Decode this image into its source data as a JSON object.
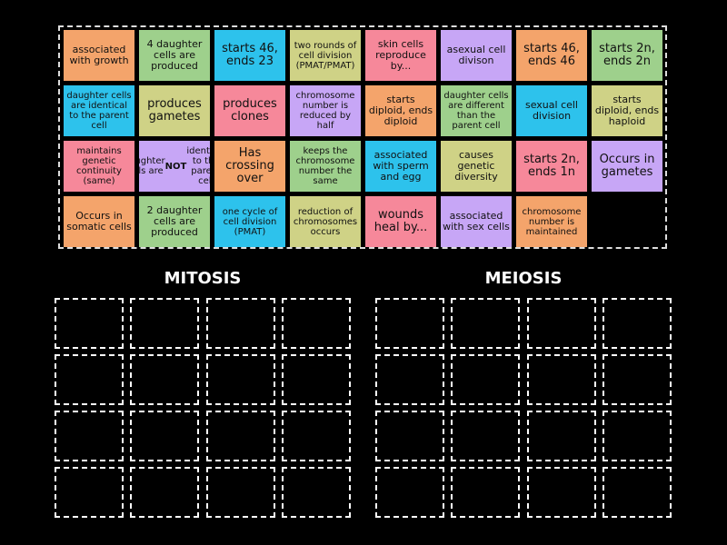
{
  "colors": {
    "background": "#000000",
    "orange": "#f4a46b",
    "green": "#9ed08c",
    "blue": "#2dc2ec",
    "olive": "#cfd286",
    "pink": "#f6889a",
    "purple": "#c7a6f6"
  },
  "cards": [
    {
      "text": "associated with growth",
      "color": "orange"
    },
    {
      "text": "4 daughter cells are produced",
      "color": "green"
    },
    {
      "text": "starts 46, ends 23",
      "color": "blue"
    },
    {
      "text": "two rounds of cell division (PMAT/PMAT)",
      "color": "olive"
    },
    {
      "text": "skin cells reproduce by...",
      "color": "pink"
    },
    {
      "text": "asexual cell divison",
      "color": "purple"
    },
    {
      "text": "starts 46, ends 46",
      "color": "orange"
    },
    {
      "text": "starts 2n, ends 2n",
      "color": "green"
    },
    {
      "text": "daughter cells are identical to the parent cell",
      "color": "blue"
    },
    {
      "text": "produces gametes",
      "color": "olive"
    },
    {
      "text": "produces clones",
      "color": "pink"
    },
    {
      "text": "chromosome number is reduced by half",
      "color": "purple"
    },
    {
      "text": "starts diploid, ends diploid",
      "color": "orange"
    },
    {
      "text": "daughter cells are different than the parent cell",
      "color": "green"
    },
    {
      "text": "sexual cell division",
      "color": "blue"
    },
    {
      "text": "starts diploid, ends haploid",
      "color": "olive"
    },
    {
      "text": "maintains genetic continuity (same)",
      "color": "pink"
    },
    {
      "text": "daughter cells are NOT identical to the parent cell",
      "color": "purple"
    },
    {
      "text": "Has crossing over",
      "color": "orange"
    },
    {
      "text": "keeps the chromosome number the same",
      "color": "green"
    },
    {
      "text": "associated with sperm and egg",
      "color": "blue"
    },
    {
      "text": "causes genetic diversity",
      "color": "olive"
    },
    {
      "text": "starts 2n, ends 1n",
      "color": "pink"
    },
    {
      "text": "Occurs in gametes",
      "color": "purple"
    },
    {
      "text": "Occurs in somatic cells",
      "color": "orange"
    },
    {
      "text": "2 daughter cells are produced",
      "color": "green"
    },
    {
      "text": "one cycle of cell division (PMAT)",
      "color": "blue"
    },
    {
      "text": "reduction of chromosomes occurs",
      "color": "olive"
    },
    {
      "text": "wounds heal by...",
      "color": "pink"
    },
    {
      "text": "associated with sex cells",
      "color": "purple"
    },
    {
      "text": "chromosome number is maintained",
      "color": "orange"
    }
  ],
  "groups": {
    "mitosis": {
      "title": "MITOSIS"
    },
    "meiosis": {
      "title": "MEIOSIS"
    }
  }
}
